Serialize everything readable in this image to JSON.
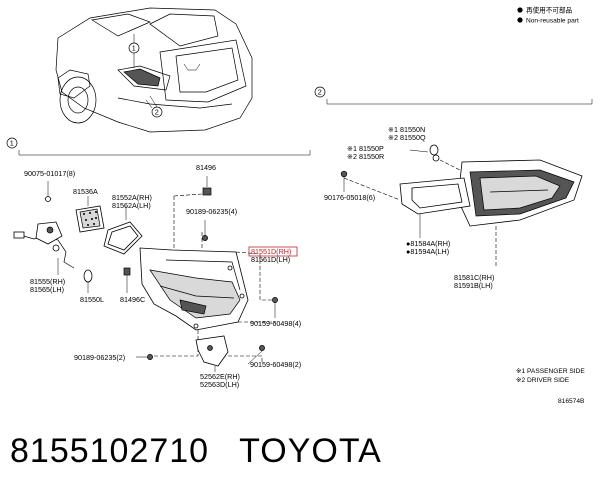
{
  "legend": {
    "reusable_jp": "再使用不可部品",
    "non_reusable": "Non-reusable part"
  },
  "section_markers": [
    "1",
    "2"
  ],
  "callouts": [
    "1",
    "2"
  ],
  "parts_left": {
    "p90075": "90075-01017(8)",
    "p81536A": "81536A",
    "p81552A": "81552A(RH)",
    "p81562A": "81562A(LH)",
    "p81496": "81496",
    "p90189a": "90189-06235(4)",
    "p81551D": "81551D(RH)",
    "p81561D": "81561D(LH)",
    "p81555": "81555(RH)",
    "p81565": "81565(LH)",
    "p81550L": "81550L",
    "p81496C": "81496C",
    "p90159a": "90159-60498(4)",
    "p90189b": "90189-06235(2)",
    "p90159b": "90159-60498(2)",
    "p52562E": "52562E(RH)",
    "p52563D": "52563D(LH)"
  },
  "parts_right": {
    "p81550N": "※1 81550N",
    "p81550Q": "※2 81550Q",
    "p81550P": "※1 81550P",
    "p81550R": "※2 81550R",
    "p90176": "90176-05018(6)",
    "p81584A": "●81584A(RH)",
    "p81594A": "●81594A(LH)",
    "p81581C": "81581C(RH)",
    "p81591B": "81591B(LH)"
  },
  "notes": {
    "side1": "※1 PASSENGER SIDE",
    "side2": "※2 DRIVER SIDE",
    "ref": "816574B"
  },
  "caption": {
    "part_number": "8155102710",
    "brand": "TOYOTA"
  }
}
